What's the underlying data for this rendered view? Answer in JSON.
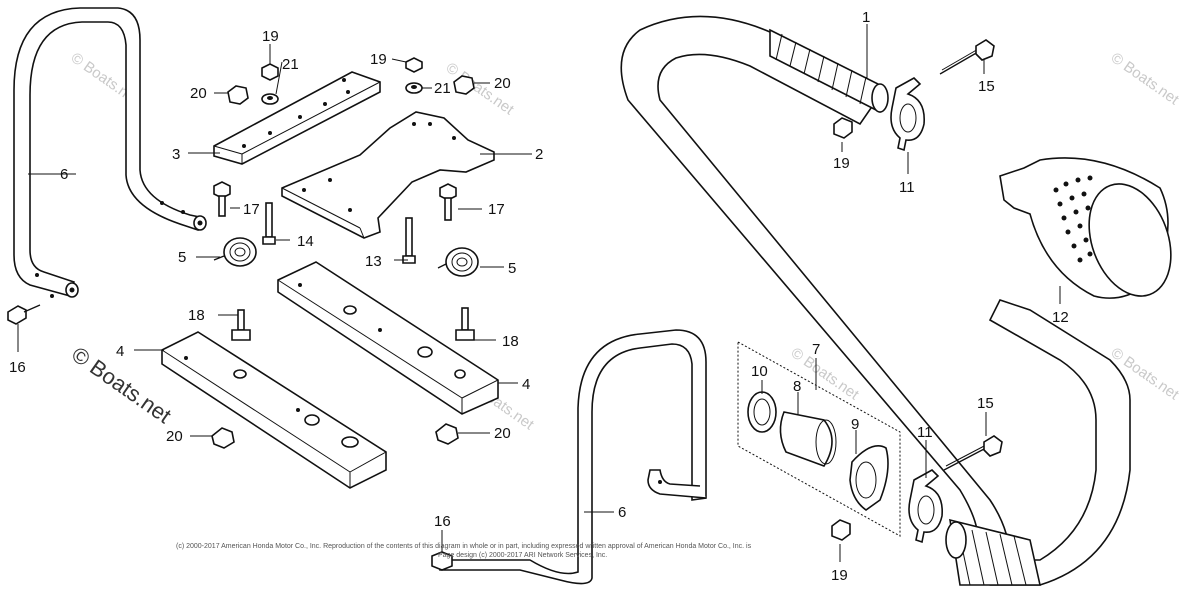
{
  "callouts": {
    "c1": "1",
    "c2": "2",
    "c3": "3",
    "c4a": "4",
    "c4b": "4",
    "c5a": "5",
    "c5b": "5",
    "c6a": "6",
    "c6b": "6",
    "c7": "7",
    "c8": "8",
    "c9": "9",
    "c10": "10",
    "c11a": "11",
    "c11b": "11",
    "c12": "12",
    "c13": "13",
    "c14": "14",
    "c15a": "15",
    "c15b": "15",
    "c16a": "16",
    "c16b": "16",
    "c17a": "17",
    "c17b": "17",
    "c18a": "18",
    "c18b": "18",
    "c19a": "19",
    "c19b": "19",
    "c19c": "19",
    "c19d": "19",
    "c20a": "20",
    "c20b": "20",
    "c20c": "20",
    "c20d": "20",
    "c21a": "21",
    "c21b": "21"
  },
  "watermark": {
    "main": "© Boats.net",
    "faint": "© Boats.net"
  },
  "copyright": {
    "line1": "(c) 2000-2017 American Honda Motor Co., Inc. Reproduction of the contents of this diagram in whole or in part, including expressed written approval of American Honda Motor Co., Inc. is",
    "line2": "Page design (c) 2000-2017 ARI Network Services, Inc."
  }
}
